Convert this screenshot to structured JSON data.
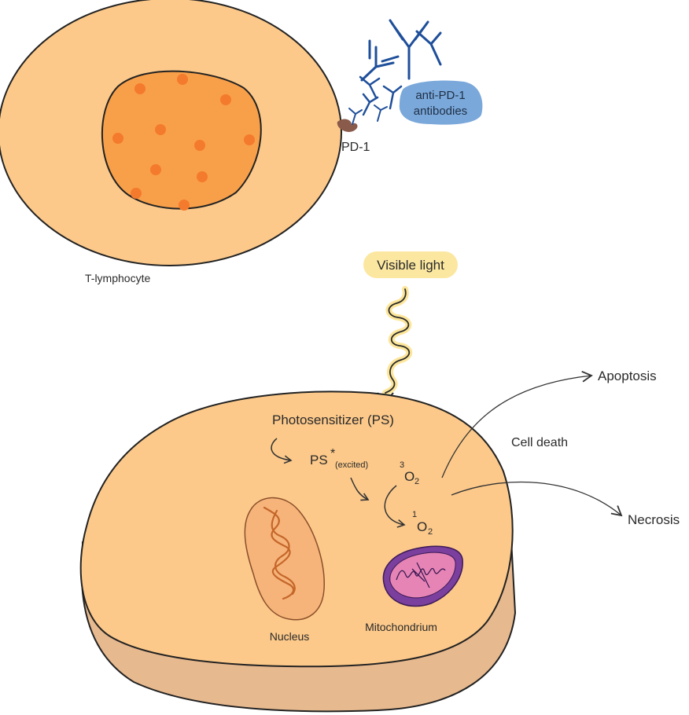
{
  "t_cell": {
    "label": "T-lymphocyte",
    "receptor_label": "PD-1",
    "antibody_label_line1": "anti-PD-1",
    "antibody_label_line2": "antibodies"
  },
  "light": {
    "label": "Visible light"
  },
  "tumor_cell": {
    "photosensitizer": "Photosensitizer (PS)",
    "ps_excited_main": "PS",
    "ps_excited_star": "*",
    "ps_excited_sub": "(excited)",
    "triplet_sup": "3",
    "triplet_main": "O",
    "triplet_sub": "2",
    "singlet_sup": "1",
    "singlet_main": "O",
    "singlet_sub": "2",
    "nucleus_label": "Nucleus",
    "mitochondrion_label": "Mitochondrium"
  },
  "outcomes": {
    "cell_death": "Cell death",
    "apoptosis": "Apoptosis",
    "necrosis": "Necrosis"
  },
  "colors": {
    "cell_fill": "#fcc98a",
    "cell_side": "#e7b98f",
    "tcell_nucleus": "#f8a049",
    "tcell_dots": "#f47a2d",
    "antibody_blue": "#1f4f9a",
    "antibody_pill": "#7aa8da",
    "light_pill": "#fbe7a0",
    "pd1_brown": "#8a5a4a",
    "nucleus_fill": "#f6b47a",
    "dna": "#c5662a",
    "mito_outer": "#7b3f9e",
    "mito_inner": "#e684b5"
  }
}
